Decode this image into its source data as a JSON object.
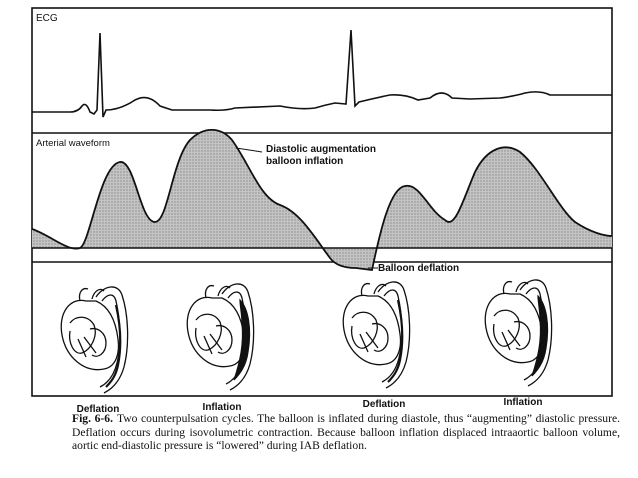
{
  "panels": {
    "ecg_label": "ECG",
    "arterial_label": "Arterial waveform"
  },
  "annotations": {
    "augmentation_line1": "Diastolic augmentation",
    "augmentation_line2": "balloon inflation",
    "deflation": "Balloon deflation"
  },
  "hearts": [
    {
      "label": "Deflation",
      "balloon": "deflated"
    },
    {
      "label": "Inflation",
      "balloon": "inflated"
    },
    {
      "label": "Deflation",
      "balloon": "deflated"
    },
    {
      "label": "Inflation",
      "balloon": "inflated"
    }
  ],
  "caption": {
    "figure_number": "Fig. 6-6.",
    "text": "Two counterpulsation cycles. The balloon is inflated during diastole, thus “augmenting” diastolic pressure. Deflation occurs during isovolumetric contraction. Because balloon inflation displaced intraaortic balloon volume, aortic end-diastolic pressure is “lowered” during IAB deflation."
  },
  "colors": {
    "ink": "#111111",
    "fill_shade": "#b9b9b9"
  }
}
